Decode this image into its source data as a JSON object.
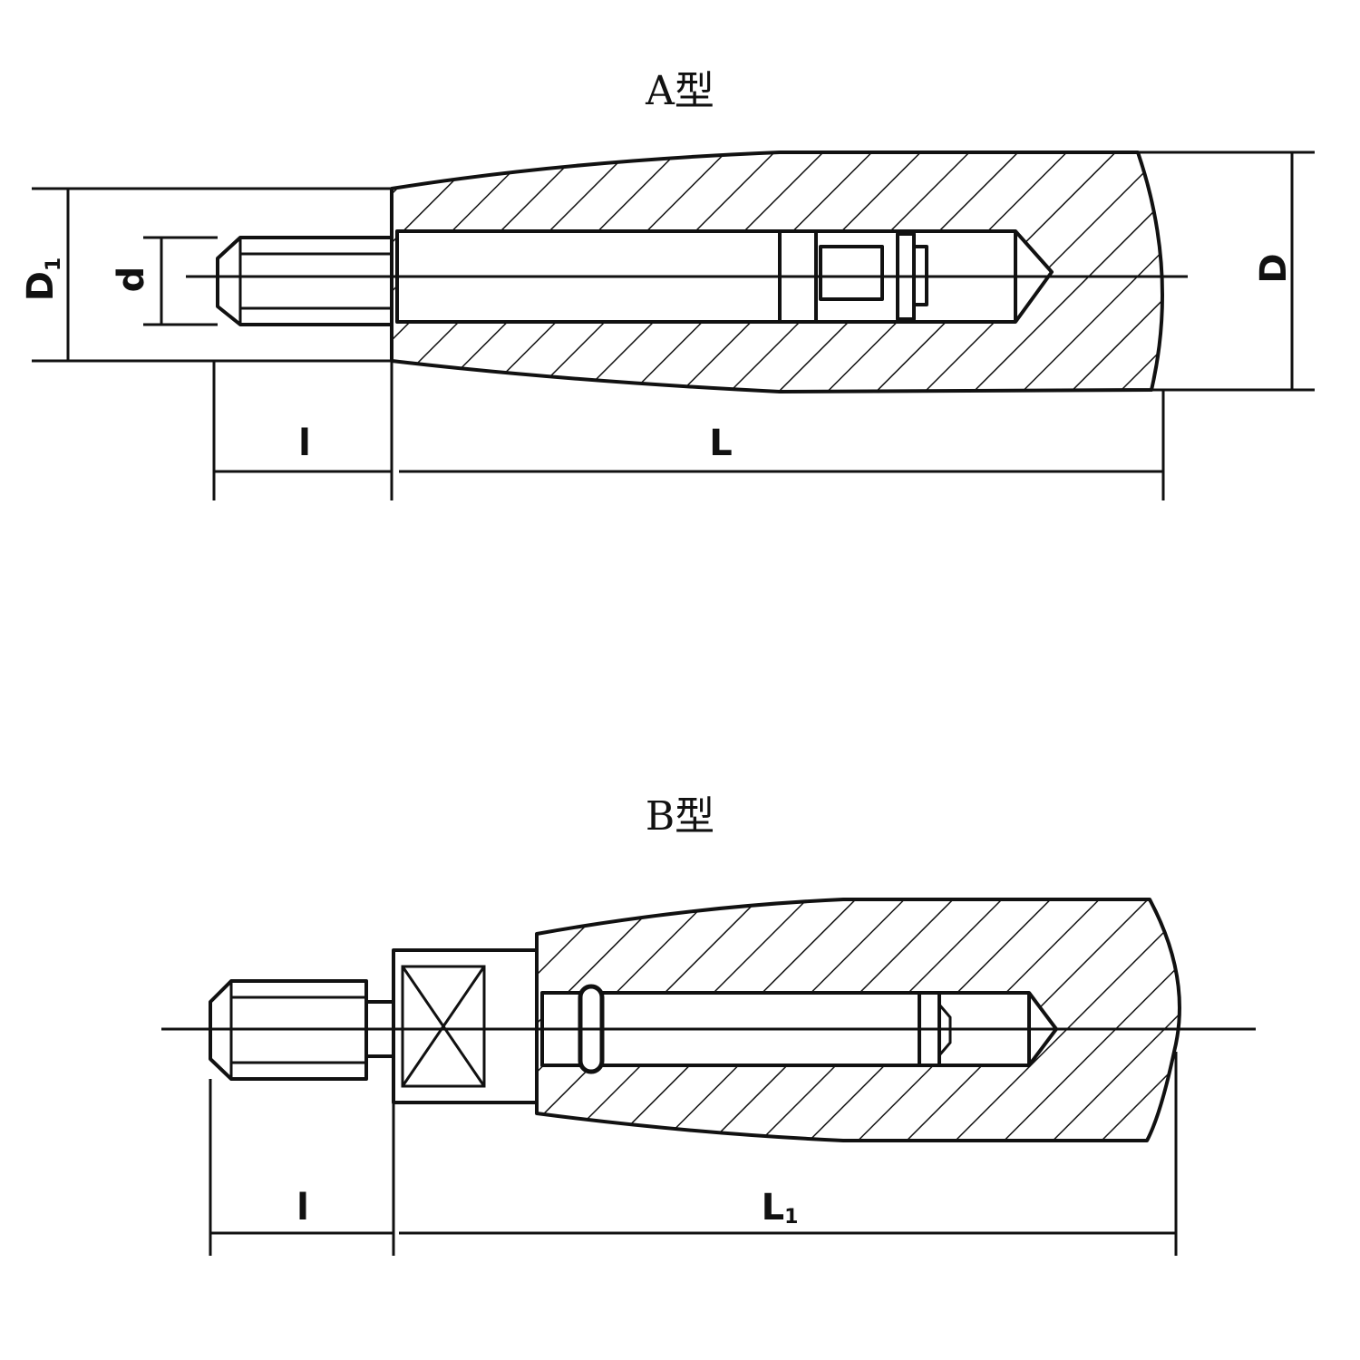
{
  "type_a": {
    "title": "A型",
    "labels": {
      "D1": "D",
      "D1_sub": "1",
      "d": "d",
      "D": "D",
      "l": "l",
      "L": "L"
    }
  },
  "type_b": {
    "title": "B型",
    "labels": {
      "l": "l",
      "L1": "L",
      "L1_sub": "1"
    }
  }
}
